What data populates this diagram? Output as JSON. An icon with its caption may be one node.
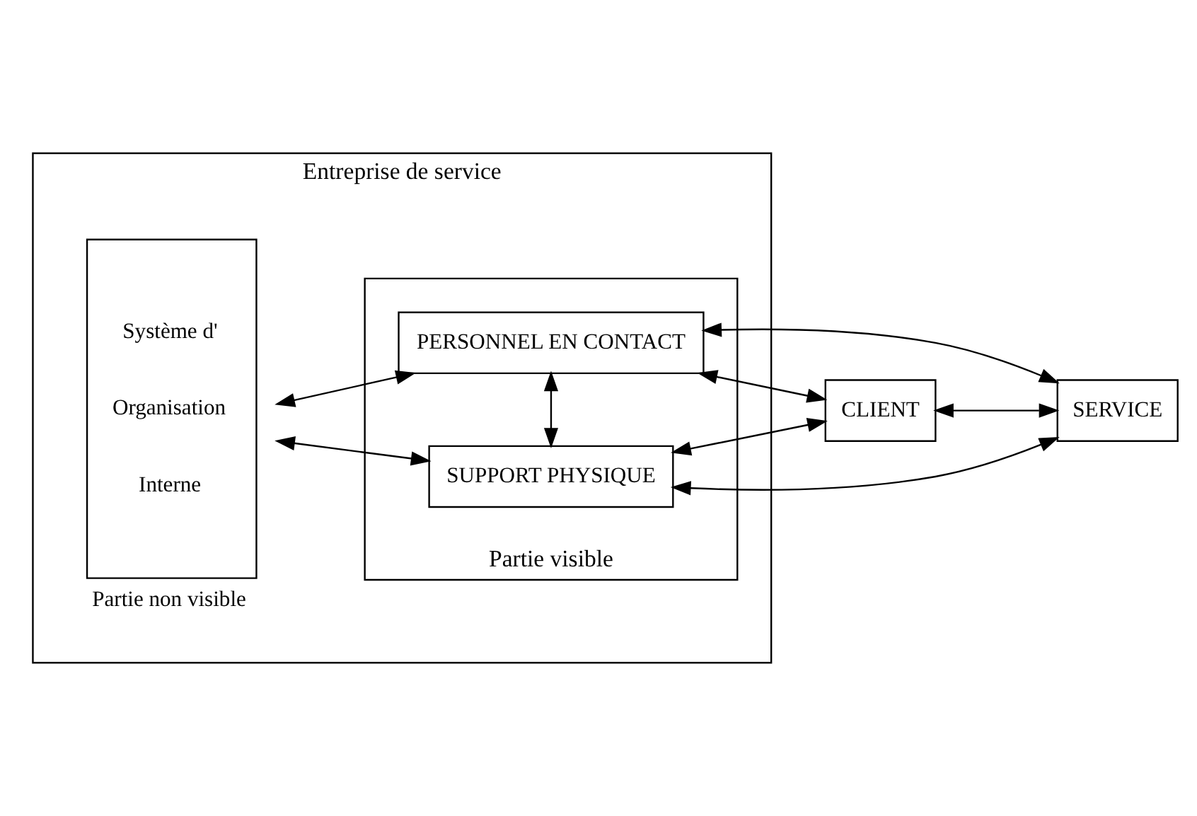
{
  "diagram": {
    "nodes": [
      {
        "text": [
          "Entreprise de service"
        ]
      },
      {
        "text": [
          "Système d'",
          "Organisation",
          "Interne"
        ],
        "in": 0,
        "beside": [
          "Partie non visible"
        ]
      },
      {
        "text": [],
        "shape": "box",
        "in": 0,
        "beside": [
          "Partie visible"
        ]
      },
      {
        "text": [
          "SUPPORT PHYSIQUE"
        ],
        "in": 2
      },
      {
        "text": [
          "PERSONNEL EN CONTACT"
        ],
        "in": 2
      },
      {
        "text": [
          "CLIENT"
        ]
      },
      {
        "text": [
          "SERVICE"
        ]
      }
    ],
    "edges": [
      {
        "from": 1,
        "to": 3,
        "arrow": "both"
      },
      {
        "from": 1,
        "to": 4,
        "arrow": "both"
      },
      {
        "from": 3,
        "to": 4,
        "arrow": "both"
      },
      {
        "from": 3,
        "to": 5,
        "arrow": "both"
      },
      {
        "from": 3,
        "to": 6,
        "arrow": "both"
      },
      {
        "from": 4,
        "to": 5,
        "arrow": "both"
      },
      {
        "from": 4,
        "to": 6,
        "arrow": "both"
      },
      {
        "from": 5,
        "to": 6,
        "arrow": "both"
      }
    ]
  }
}
